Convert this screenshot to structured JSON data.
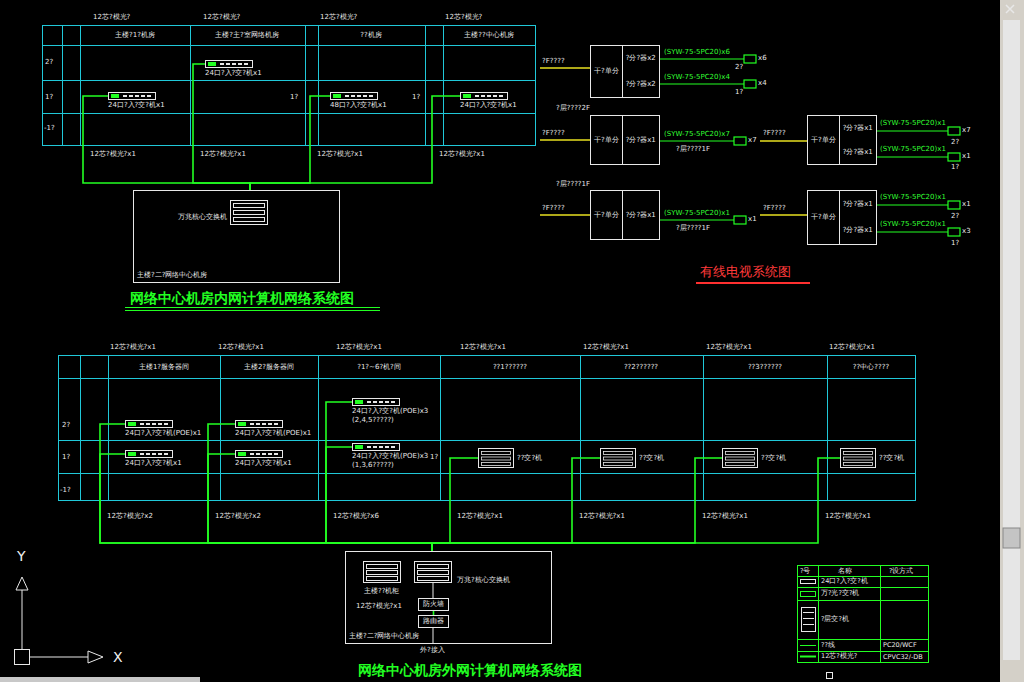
{
  "diagram": {
    "title": "网络中心机房内网计算机网络系统图",
    "nodes": [
      {
        "text": [
          "万兆核心交换机",
          "主楼?二?网络中心机房"
        ]
      },
      {
        "text": [
          "24口?入?交?机x1"
        ]
      },
      {
        "text": [
          "24口?入?交?机x1"
        ]
      },
      {
        "text": [
          "48口?入?交?机x1"
        ]
      },
      {
        "text": [
          "24口?入?交?机x1"
        ]
      },
      {
        "text": [
          "干?单分",
          "?分?器x2",
          "?分?器x2"
        ]
      },
      {
        "text": [
          "干?单分",
          "?分?器x1"
        ]
      },
      {
        "text": [
          "干?单分",
          "?分?器x1"
        ]
      },
      {
        "text": [
          "干?单分",
          "?分?器x1",
          "?分?器x1"
        ]
      },
      {
        "text": [
          "干?单分",
          "?分?器x1",
          "?分?器x1"
        ]
      },
      {
        "text": [
          "主楼??机柜",
          "万兆?核心交换机",
          "12芯?模光?x1",
          "主楼?二?网络中心机房"
        ]
      },
      {
        "text": [
          "防火墙"
        ],
        "in": 10
      },
      {
        "text": [
          "路由器"
        ],
        "in": 10
      },
      {
        "text": [
          "24口?入?交?机(POE)x1"
        ]
      },
      {
        "text": [
          "24口?入?交?机x1"
        ]
      },
      {
        "text": [
          "24口?入?交?机(POE)x1"
        ]
      },
      {
        "text": [
          "24口?入?交?机x1"
        ]
      },
      {
        "text": [
          "24口?入?交?机(POE)x3",
          "(2,4,5?????)"
        ]
      },
      {
        "text": [
          "24口?入?交?机(POE)x3",
          "(1,3,6?????)"
        ]
      },
      {
        "text": [
          "??交?机"
        ]
      },
      {
        "text": [
          "??交?机"
        ]
      },
      {
        "text": [
          "??交?机"
        ]
      },
      {
        "text": [
          "??交?机"
        ]
      }
    ],
    "edges": [
      {
        "from": 1,
        "to": 0,
        "arrow": "none",
        "label": "12芯?模光?x1"
      },
      {
        "from": 2,
        "to": 0,
        "arrow": "none",
        "label": "12芯?模光?x1"
      },
      {
        "from": 3,
        "to": 0,
        "arrow": "none",
        "label": "12芯?模光?x1"
      },
      {
        "from": 4,
        "to": 0,
        "arrow": "none",
        "label": "12芯?模光?x1"
      },
      {
        "from": 13,
        "to": 10,
        "arrow": "none",
        "label": "12芯?模光?x2"
      },
      {
        "from": 14,
        "to": 10,
        "arrow": "none"
      },
      {
        "from": 15,
        "to": 10,
        "arrow": "none",
        "label": "12芯?模光?x2"
      },
      {
        "from": 16,
        "to": 10,
        "arrow": "none"
      },
      {
        "from": 17,
        "to": 10,
        "arrow": "none",
        "label": "12芯?模光?x6"
      },
      {
        "from": 18,
        "to": 10,
        "arrow": "none"
      },
      {
        "from": 19,
        "to": 10,
        "arrow": "none",
        "label": "12芯?模光?x1"
      },
      {
        "from": 20,
        "to": 10,
        "arrow": "none",
        "label": "12芯?模光?x1"
      },
      {
        "from": 21,
        "to": 10,
        "arrow": "none",
        "label": "12芯?模光?x1"
      },
      {
        "from": 22,
        "to": 10,
        "arrow": "none",
        "label": "12芯?模光?x1"
      },
      {
        "from": 11,
        "to": 12,
        "arrow": "none"
      }
    ],
    "labels": [
      "网络中心机房外网计算机网络系统图",
      "有线电视系统图",
      "12芯?模光?",
      "12芯?模光?",
      "12芯?模光?",
      "12芯?模光?",
      "主楼?1?机房",
      "主楼?主?室网络机房",
      "??机房",
      "主楼??中心机房",
      "2?",
      "1?",
      "-1?",
      "1?",
      "1?",
      "?F????",
      "?F????",
      "?F????",
      "?F????",
      "?F????",
      "?层????2F",
      "?层????1F",
      "(SYW-75-5PC20)x6",
      "x6",
      "2?",
      "(SYW-75-5PC20)x4",
      "x4",
      "1?",
      "(SYW-75-5PC20)x7",
      "x7",
      "?层????1F",
      "(SYW-75-5PC20)x1",
      "x1",
      "?层????1F",
      "(SYW-75-5PC20)x1",
      "x7",
      "2?",
      "(SYW-75-5PC20)x1",
      "x1",
      "1?",
      "(SYW-75-5PC20)x1",
      "x1",
      "2?",
      "(SYW-75-5PC20)x1",
      "x3",
      "1?",
      "12芯?模光?x1",
      "12芯?模光?x1",
      "12芯?模光?x1",
      "12芯?模光?x1",
      "12芯?模光?x1",
      "12芯?模光?x1",
      "12芯?模光?x1",
      "主楼1?服务器间",
      "主楼2?服务器间",
      "?1?~6?机?间",
      "??1??????",
      "??2??????",
      "??3??????",
      "??中心????",
      "2?",
      "1?",
      "-1?",
      "1?",
      "外?接入",
      "?号",
      "名称",
      "?设方式",
      "PC20/WCF",
      "CPVC32/-DB",
      "Y",
      "X"
    ],
    "legend": [
      {
        "text": "24口?入?交?机"
      },
      {
        "text": "万?光?交?机"
      },
      {
        "text": "?层交?机"
      },
      {
        "text": "??线"
      },
      {
        "text": "12芯?模光?"
      }
    ]
  }
}
